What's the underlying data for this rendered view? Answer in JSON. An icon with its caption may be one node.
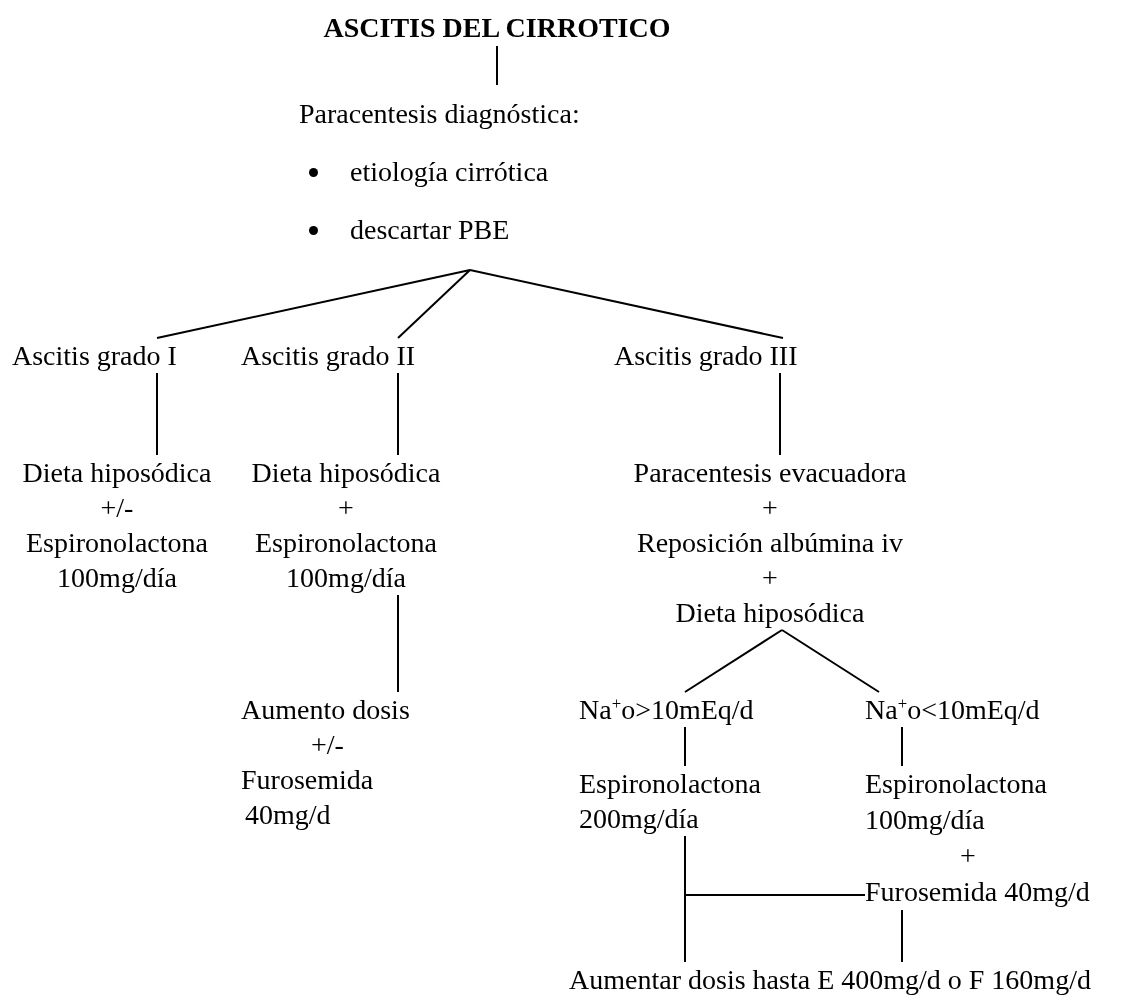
{
  "diagram": {
    "nodes": [
      {
        "text": [
          "ASCITIS DEL CIRROTICO"
        ]
      },
      {
        "text": [
          "Paracentesis diagnóstica:",
          "etiología cirrótica",
          "descartar PBE"
        ]
      },
      {
        "text": [
          "Ascitis grado I"
        ]
      },
      {
        "text": [
          "Ascitis grado II"
        ]
      },
      {
        "text": [
          "Ascitis grado III"
        ]
      },
      {
        "text": [
          "Dieta hiposódica",
          "+/-",
          "Espironolactona",
          "100mg/día"
        ]
      },
      {
        "text": [
          "Dieta hiposódica",
          "+",
          "Espironolactona",
          "100mg/día"
        ]
      },
      {
        "text": [
          "Aumento dosis",
          "+/-",
          "Furosemida",
          "40mg/d"
        ]
      },
      {
        "text": [
          "Paracentesis evacuadora",
          "+",
          "Reposición albúmina iv",
          "+",
          "Dieta hiposódica"
        ]
      },
      {
        "text": [
          "Na$^{+}$o>10mEq/d"
        ]
      },
      {
        "text": [
          "Na$^{+}$o<10mEq/d"
        ]
      },
      {
        "text": [
          "Espironolactona",
          "200mg/día"
        ]
      },
      {
        "text": [
          "Espironolactona",
          "100mg/día",
          "+",
          "Furosemida 40mg/d"
        ]
      },
      {
        "text": [
          "Aumentar dosis hasta E 400mg/d o F 160mg/d"
        ]
      }
    ],
    "edges": [
      {
        "from": 0,
        "to": 1,
        "arrow": "none"
      },
      {
        "from": 1,
        "to": 2,
        "arrow": "none"
      },
      {
        "from": 1,
        "to": 3,
        "arrow": "none"
      },
      {
        "from": 1,
        "to": 4,
        "arrow": "none"
      },
      {
        "from": 2,
        "to": 5,
        "arrow": "none"
      },
      {
        "from": 3,
        "to": 6,
        "arrow": "none"
      },
      {
        "from": 4,
        "to": 8,
        "arrow": "none"
      },
      {
        "from": 6,
        "to": 7,
        "arrow": "none"
      },
      {
        "from": 8,
        "to": 9,
        "arrow": "none"
      },
      {
        "from": 8,
        "to": 10,
        "arrow": "none"
      },
      {
        "from": 9,
        "to": 11,
        "arrow": "none"
      },
      {
        "from": 10,
        "to": 12,
        "arrow": "none"
      },
      {
        "from": 11,
        "to": 13,
        "arrow": "none"
      },
      {
        "from": 12,
        "to": 13,
        "arrow": "none"
      },
      {
        "from": 12,
        "to": 13,
        "arrow": "none"
      }
    ]
  }
}
